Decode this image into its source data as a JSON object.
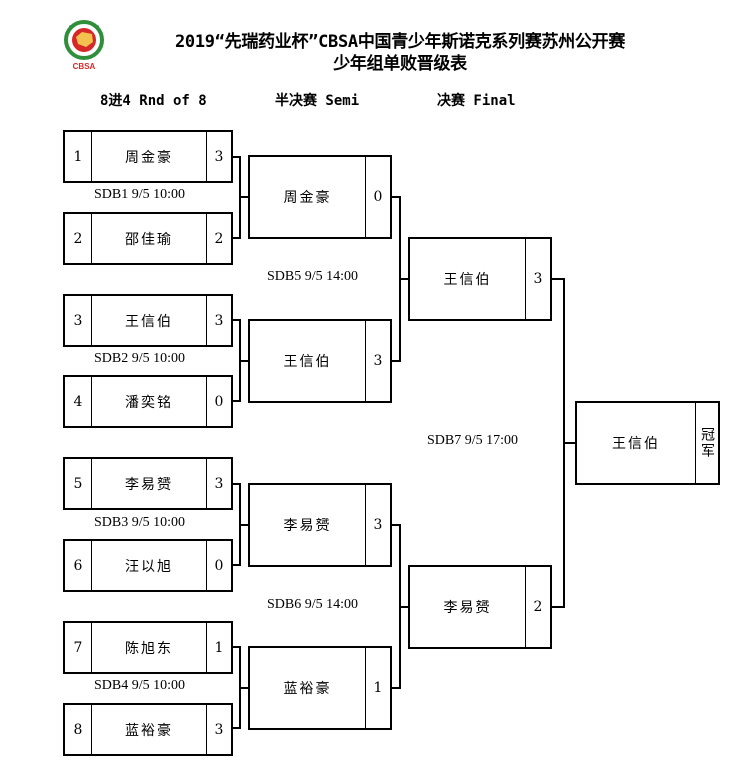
{
  "header": {
    "logo_text": "CBSA",
    "title_line1": "2019“先瑞药业杯”CBSA中国青少年斯诺克系列赛苏州公开赛",
    "title_line2": "少年组单败晋级表"
  },
  "rounds": {
    "r1": "8进4 Rnd of 8",
    "semi": "半决赛 Semi",
    "final": "决赛 Final"
  },
  "round1": [
    {
      "seed": "1",
      "name": "周金豪",
      "score": "3"
    },
    {
      "seed": "2",
      "name": "邵佳瑜",
      "score": "2"
    },
    {
      "seed": "3",
      "name": "王信伯",
      "score": "3"
    },
    {
      "seed": "4",
      "name": "潘奕铭",
      "score": "0"
    },
    {
      "seed": "5",
      "name": "李易赟",
      "score": "3"
    },
    {
      "seed": "6",
      "name": "汪以旭",
      "score": "0"
    },
    {
      "seed": "7",
      "name": "陈旭东",
      "score": "1"
    },
    {
      "seed": "8",
      "name": "蓝裕豪",
      "score": "3"
    }
  ],
  "semi": [
    {
      "name": "周金豪",
      "score": "0"
    },
    {
      "name": "王信伯",
      "score": "3"
    },
    {
      "name": "李易赟",
      "score": "3"
    },
    {
      "name": "蓝裕豪",
      "score": "1"
    }
  ],
  "final": [
    {
      "name": "王信伯",
      "score": "3"
    },
    {
      "name": "李易赟",
      "score": "2"
    }
  ],
  "champion": {
    "name": "王信伯",
    "label": "冠军"
  },
  "matches": {
    "sdb1": "SDB1 9/5 10:00",
    "sdb2": "SDB2 9/5 10:00",
    "sdb3": "SDB3 9/5 10:00",
    "sdb4": "SDB4 9/5 10:00",
    "sdb5": "SDB5 9/5 14:00",
    "sdb6": "SDB6 9/5 14:00",
    "sdb7": "SDB7 9/5 17:00"
  },
  "colors": {
    "logo_red": "#d62828",
    "logo_green": "#2f8f3a"
  }
}
